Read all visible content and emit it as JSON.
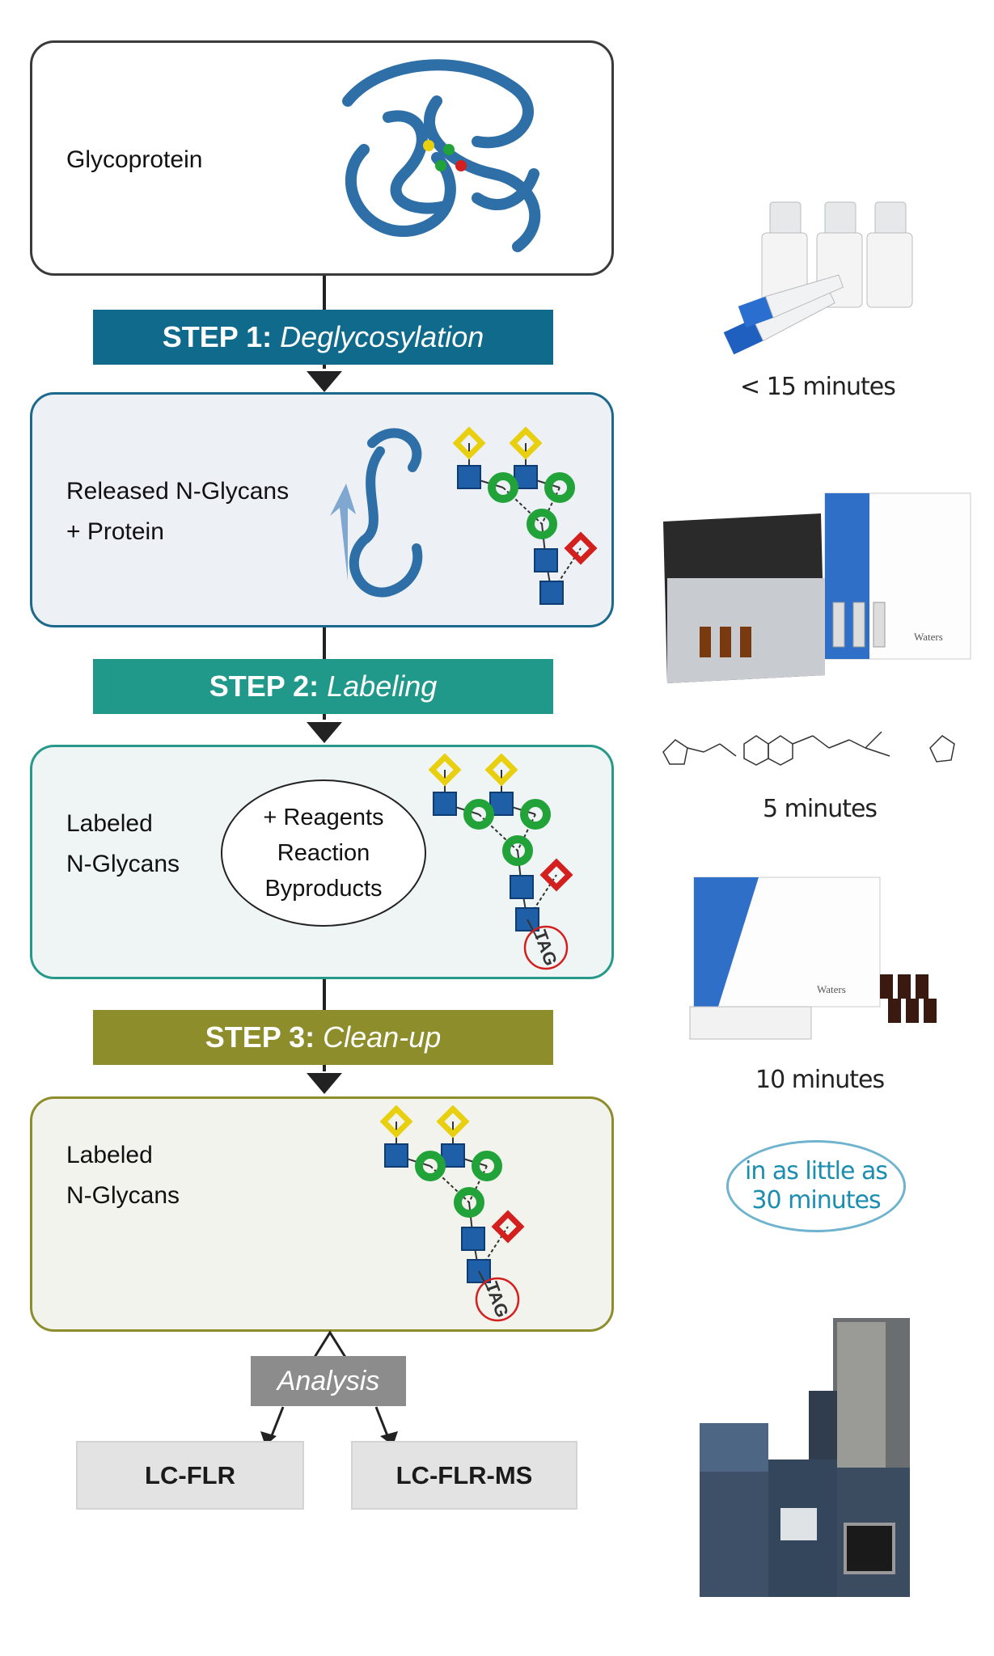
{
  "boxes": [
    {
      "label_lines": [
        "Glycoprotein"
      ]
    },
    {
      "label_lines": [
        "Released N-Glycans",
        "+ Protein"
      ]
    },
    {
      "label_lines": [
        "Labeled",
        "N-Glycans"
      ],
      "byproducts": [
        "+ Reagents",
        "Reaction",
        "Byproducts"
      ]
    },
    {
      "label_lines": [
        "Labeled",
        "N-Glycans"
      ]
    }
  ],
  "steps": [
    {
      "prefix": "STEP 1:",
      "name": "Deglycosylation",
      "color": "#0f6a8b"
    },
    {
      "prefix": "STEP 2:",
      "name": "Labeling",
      "color": "#20998a"
    },
    {
      "prefix": "STEP 3:",
      "name": "Clean-up",
      "color": "#8e8d2c"
    }
  ],
  "tag_label": "TAG",
  "analysis": {
    "label": "Analysis",
    "outputs": [
      "LC-FLR",
      "LC-FLR-MS"
    ]
  },
  "times": [
    "< 15 minutes",
    "5 minutes",
    "10 minutes"
  ],
  "total_time": {
    "line1": "in as little as",
    "line2": "30 minutes",
    "color": "#1b8db0"
  },
  "product_labels": {
    "brand": "Waters"
  },
  "colors": {
    "glcnac": "#1f5fa8",
    "mannose": "#22a33a",
    "galactose": "#e8cf10",
    "fucose": "#d3201f"
  }
}
